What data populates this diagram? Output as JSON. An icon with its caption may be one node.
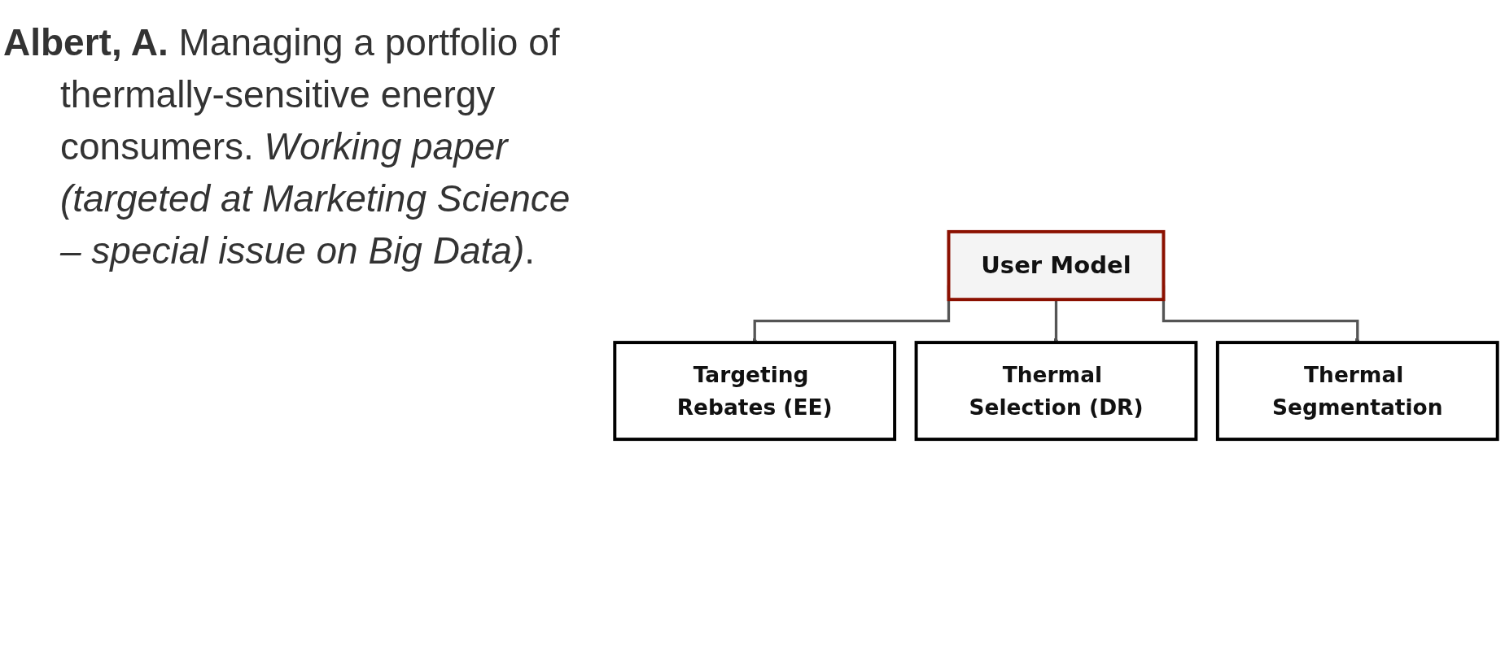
{
  "diagram": {
    "nodes": [
      {
        "text": [
          "User Model"
        ]
      },
      {
        "text": [
          "Targeting Rebates (EE)"
        ]
      },
      {
        "text": [
          "Thermal Selection (DR)"
        ]
      },
      {
        "text": [
          "Thermal Segmentation"
        ]
      }
    ],
    "edges": [
      {
        "from": 0,
        "to": 1,
        "arrow": "to"
      },
      {
        "from": 0,
        "to": 2,
        "arrow": "to"
      },
      {
        "from": 0,
        "to": 3,
        "arrow": "to"
      }
    ],
    "labels": [
      "**Albert, A.** Managing a portfolio of thermally-sensitive energy consumers. *Working paper (targeted at Marketing Science – special issue on Big Data)*."
    ]
  }
}
